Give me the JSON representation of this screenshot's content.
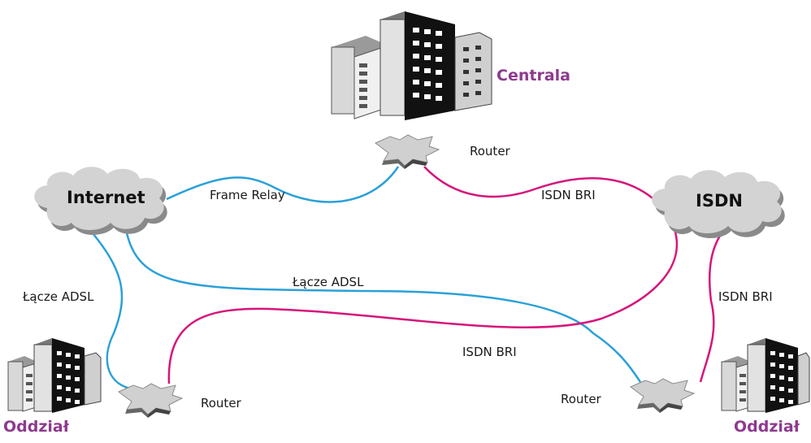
{
  "diagram": {
    "colors": {
      "frame_relay_adsl": "#2aa0d8",
      "isdn": "#d6157a",
      "site_label": "#8e3a8e",
      "cloud_fill": "#d3d3d3",
      "building_dark": "#111111",
      "building_light": "#cfcfcf"
    },
    "sites": {
      "hq": "Centrala",
      "branch_left": "Oddział",
      "branch_right": "Oddział"
    },
    "clouds": {
      "internet": "Internet",
      "isdn": "ISDN"
    },
    "routers": {
      "hq": "Router",
      "left": "Router",
      "right": "Router"
    },
    "links": {
      "frame_relay": "Frame Relay",
      "isdn_bri_hq": "ISDN BRI",
      "adsl_left": "Łącze ADSL",
      "adsl_cross": "Łącze ADSL",
      "isdn_bri_right": "ISDN BRI",
      "isdn_bri_cross": "ISDN BRI"
    }
  }
}
